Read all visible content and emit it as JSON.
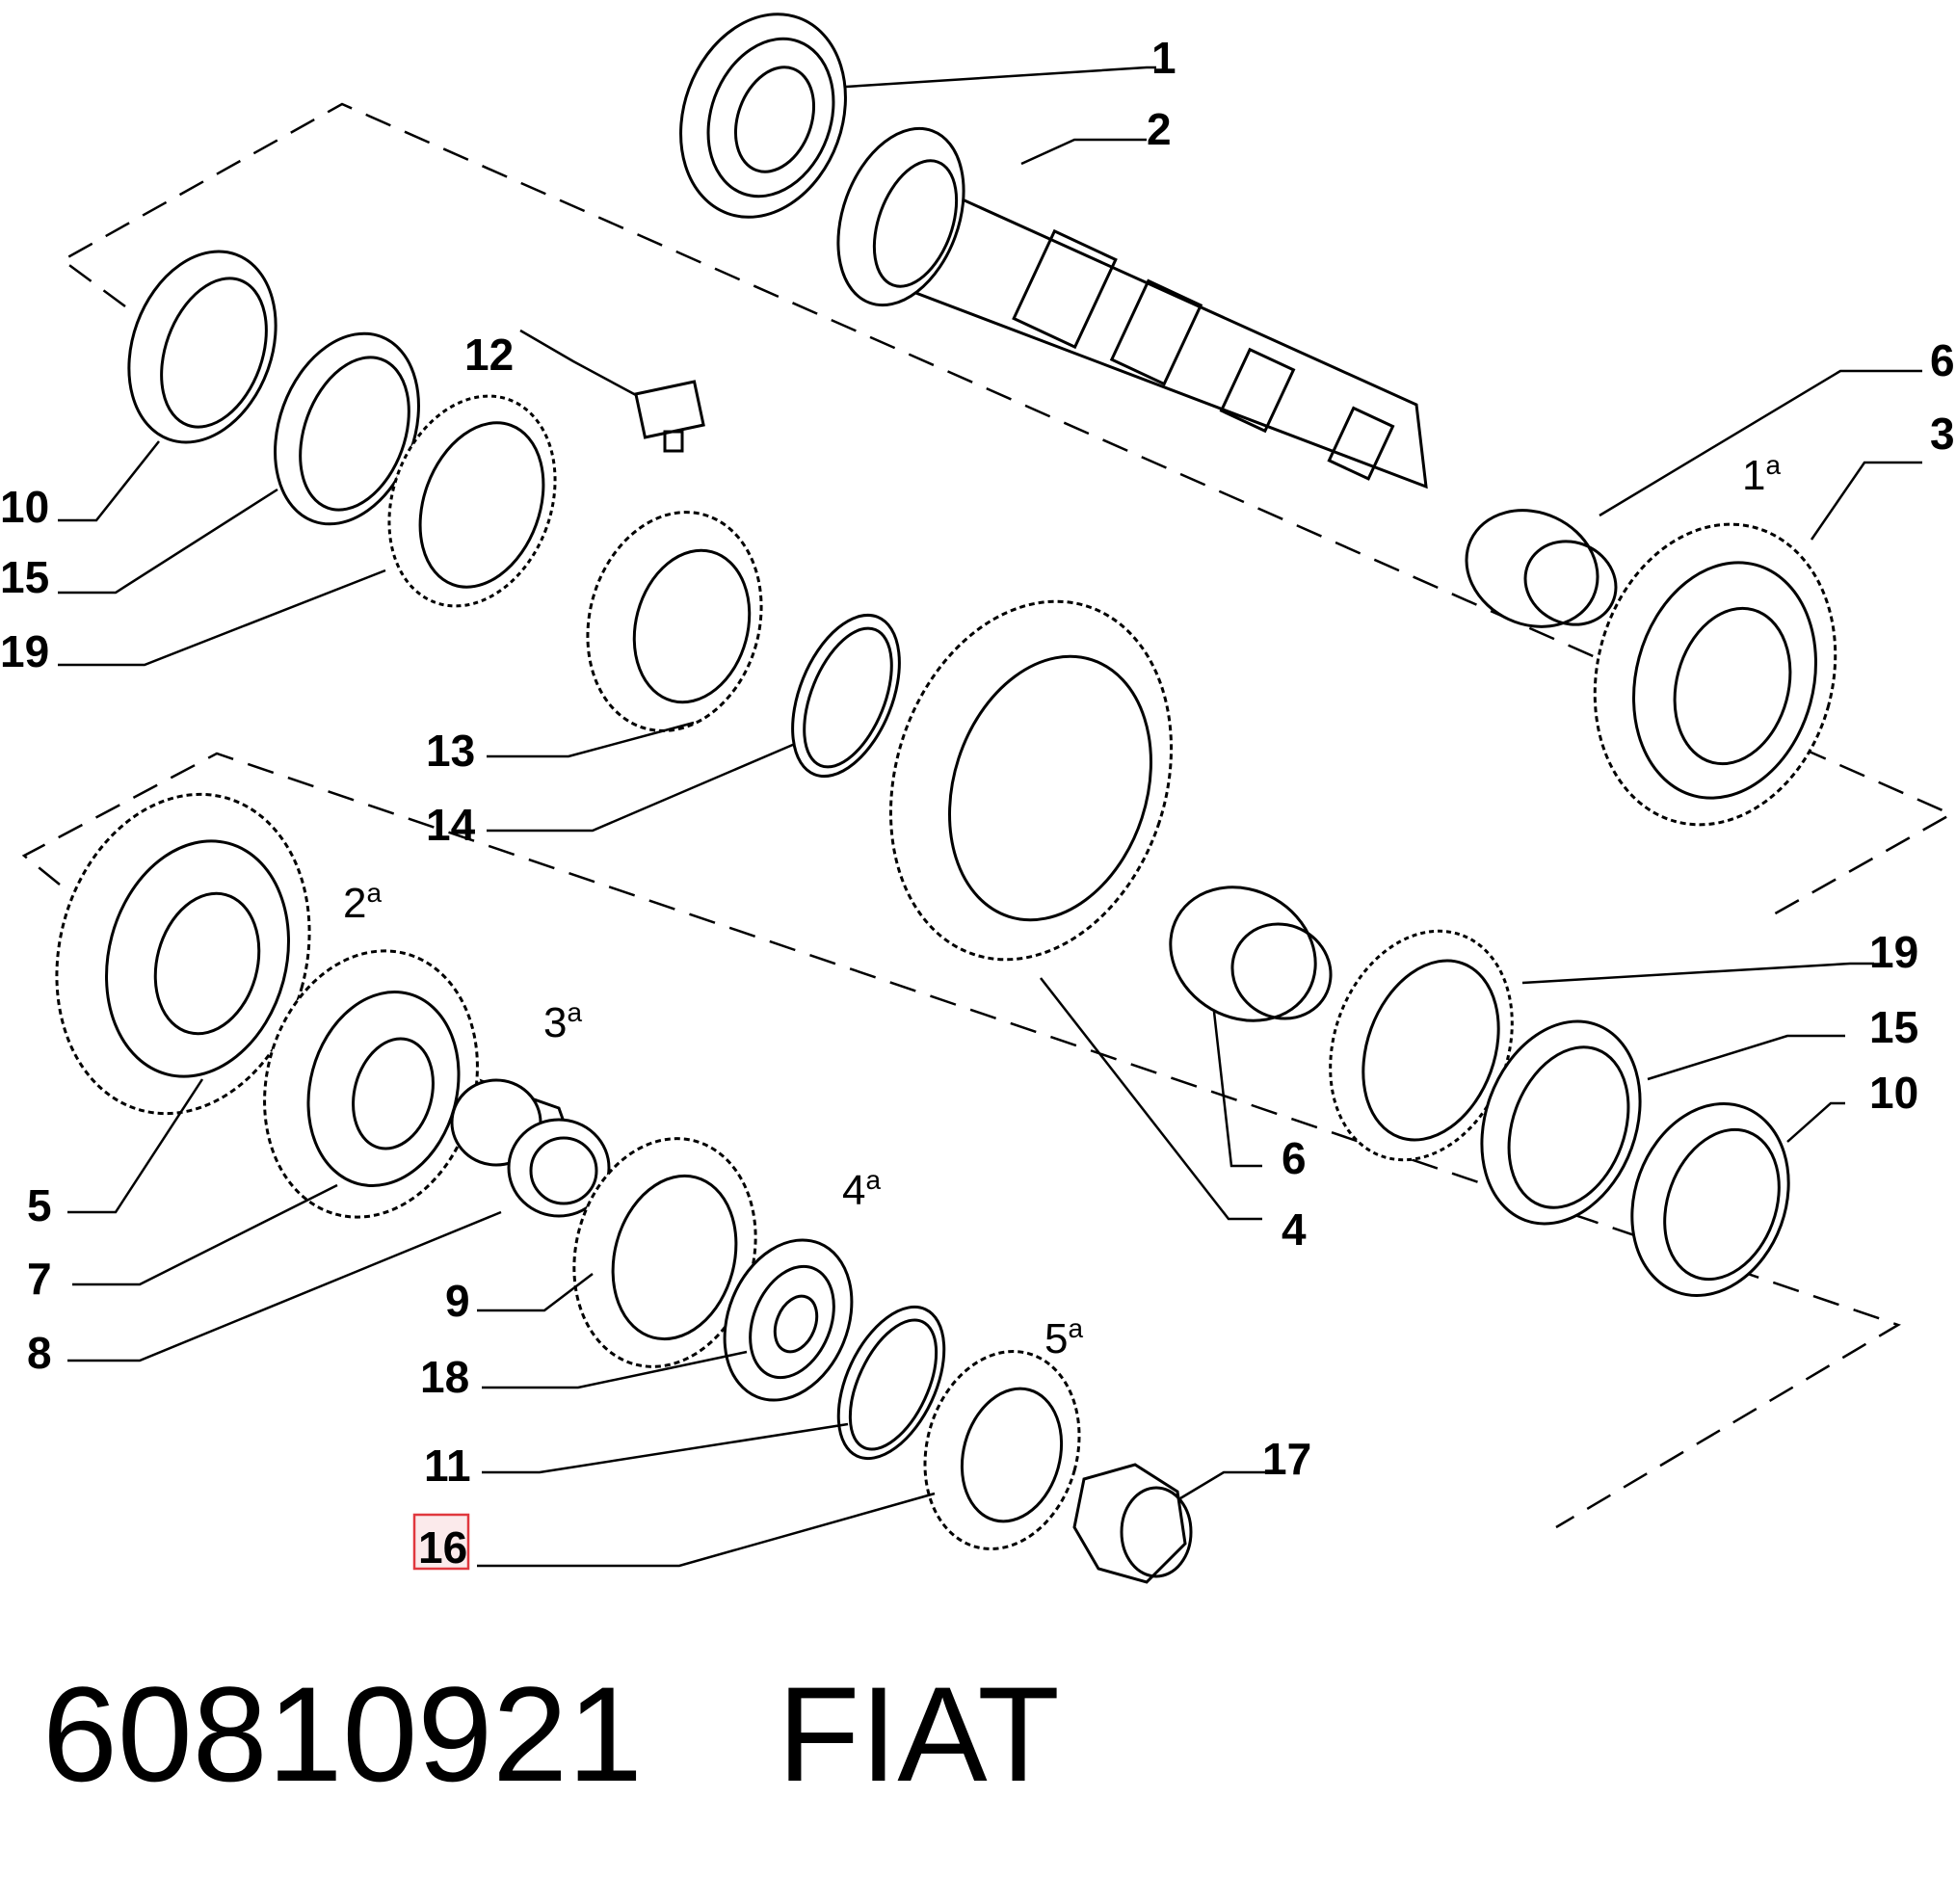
{
  "callouts": {
    "c1": "1",
    "c2": "2",
    "c3": "3",
    "c4": "4",
    "c5": "5",
    "c6a": "6",
    "c6b": "6",
    "c7": "7",
    "c8": "8",
    "c9": "9",
    "c10a": "10",
    "c10b": "10",
    "c11": "11",
    "c12": "12",
    "c13": "13",
    "c14": "14",
    "c15a": "15",
    "c15b": "15",
    "c16": "16",
    "c17": "17",
    "c18": "18",
    "c19a": "19",
    "c19b": "19"
  },
  "gear_labels": {
    "g1": {
      "num": "1",
      "sup": "a"
    },
    "g2": {
      "num": "2",
      "sup": "a"
    },
    "g3": {
      "num": "3",
      "sup": "a"
    },
    "g4": {
      "num": "4",
      "sup": "a"
    },
    "g5": {
      "num": "5",
      "sup": "a"
    }
  },
  "highlight": {
    "callout": "16",
    "color": "#e0383e"
  },
  "footer": {
    "part_number": "60810921",
    "brand": "FIAT"
  }
}
